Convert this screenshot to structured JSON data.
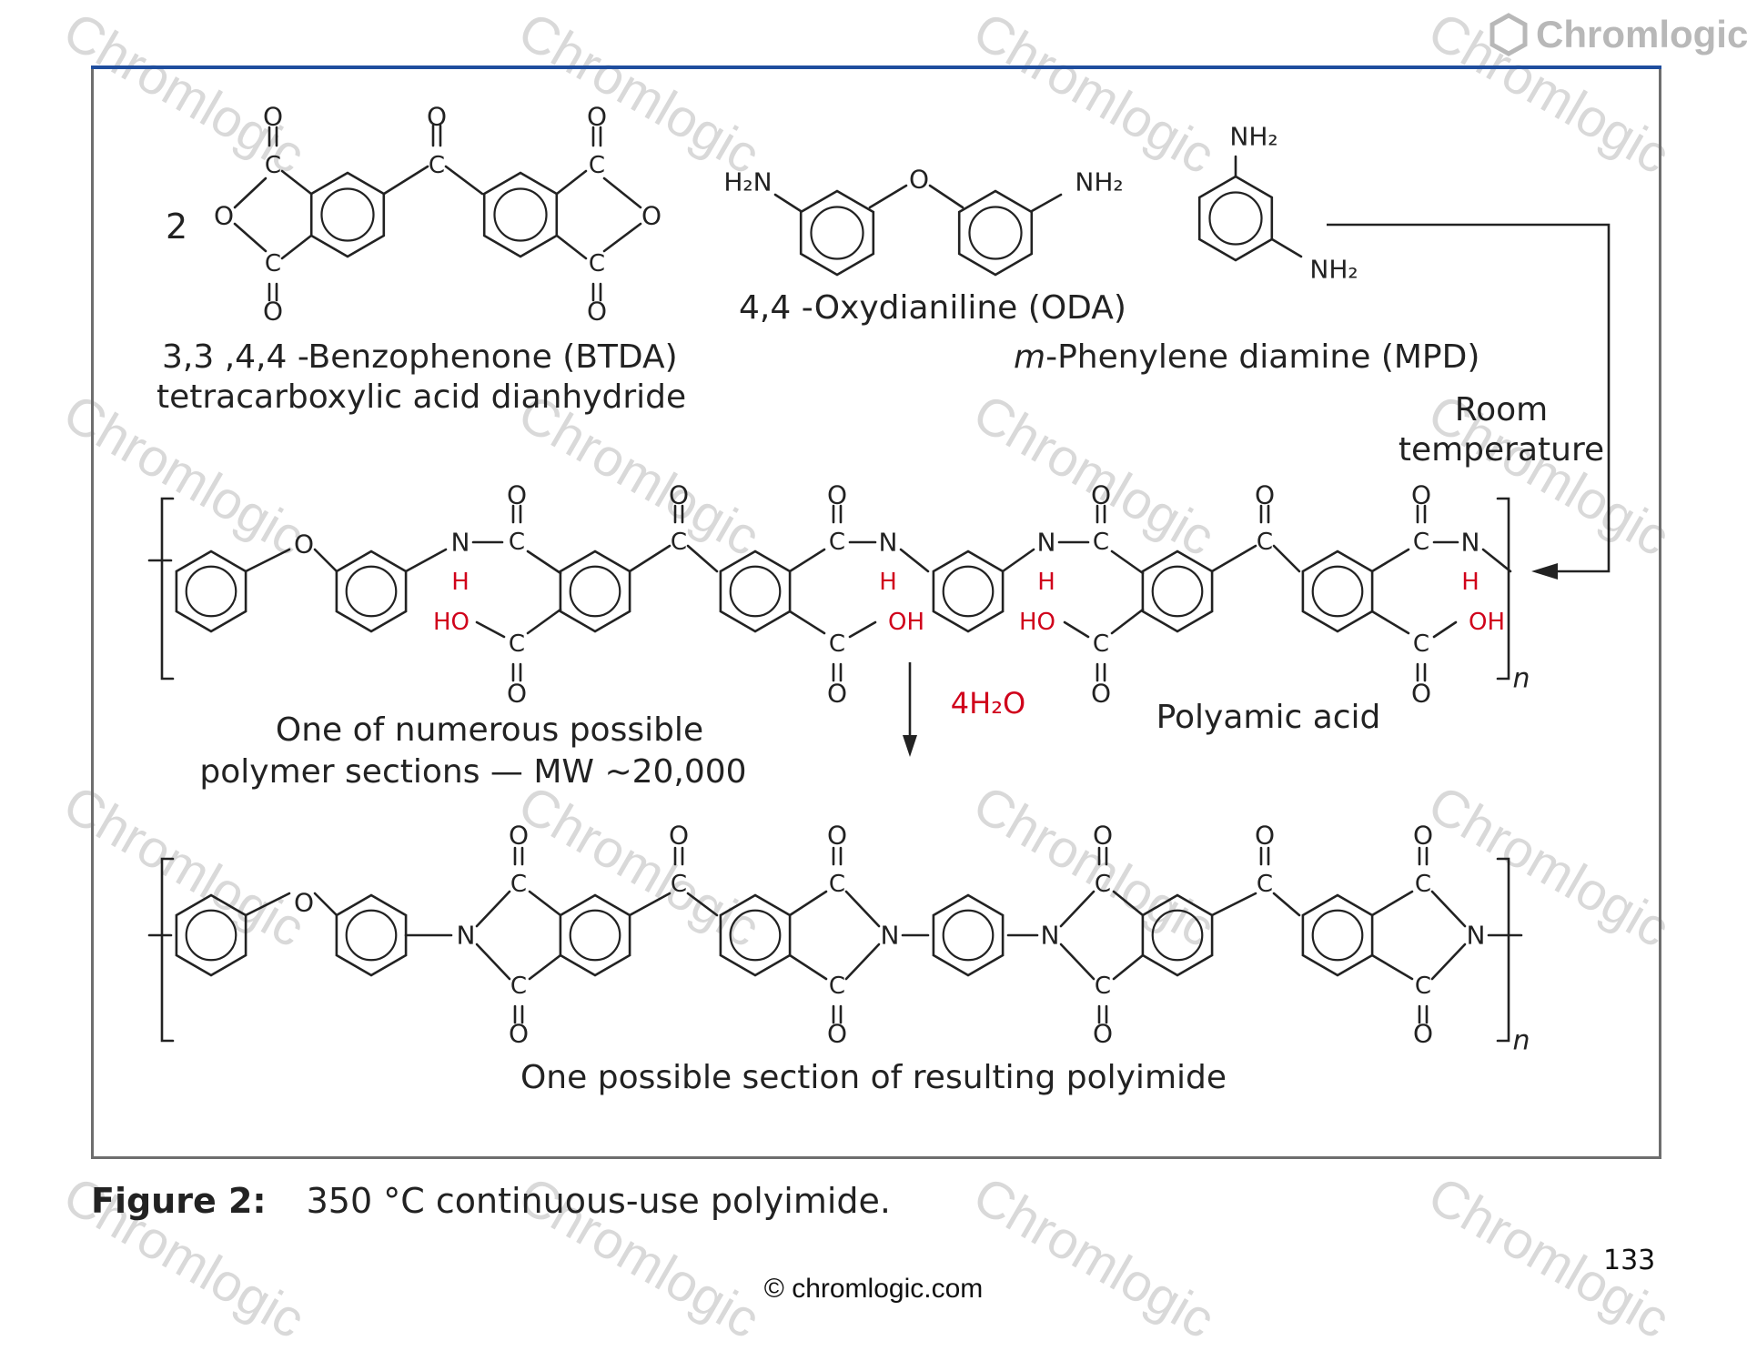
{
  "brand": {
    "logo_text": "Chromlogic",
    "watermark_text": "Chromlogic",
    "footer": "© chromlogic.com"
  },
  "page_number": "133",
  "colors": {
    "accent_line": "#1f4e9e",
    "highlight": "#d0021b",
    "ink": "#222222",
    "watermark": "#d9d9d9"
  },
  "figure": {
    "label": "Figure 2:",
    "caption": "350 °C continuous-use polyimide.",
    "reactants": {
      "btda": {
        "coefficient": "2",
        "name_line1": "3,3  ,4,4  -Benzophenone (BTDA)",
        "name_line2": "tetracarboxylic acid dianhydride"
      },
      "oda": {
        "name": "4,4  -Oxydianiline (ODA)"
      },
      "mpd": {
        "name_italic": "m",
        "name_rest": "-Phenylene diamine (MPD)"
      }
    },
    "condition": {
      "line1": "Room",
      "line2": "temperature"
    },
    "polyamic": {
      "label": "Polyamic acid",
      "note_line1": "One of numerous possible",
      "note_line2": "polymer sections — MW ~20,000",
      "byproduct": "4H₂O"
    },
    "polyimide": {
      "label": "One possible section of resulting polyimide"
    },
    "atoms": {
      "O": "O",
      "N": "N",
      "H": "H",
      "C": "C",
      "HO": "HO",
      "OH": "OH",
      "NH2": "NH₂",
      "H2N": "H₂N",
      "n": "n"
    }
  }
}
